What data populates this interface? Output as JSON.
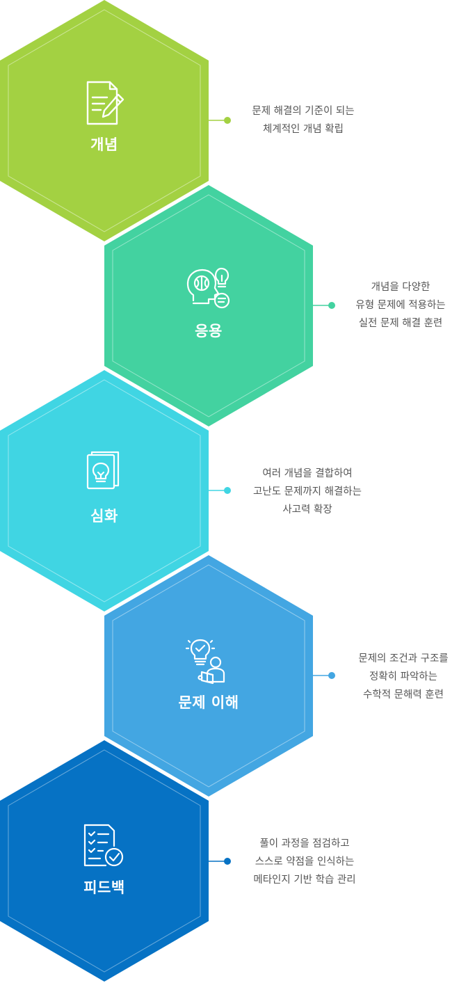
{
  "steps": [
    {
      "title": "개념",
      "color": "#A3D142",
      "icon": "document-pencil-icon",
      "desc": [
        "문제 해결의 기준이 되는",
        "체계적인 개념 확립"
      ]
    },
    {
      "title": "응용",
      "color": "#43D2A0",
      "icon": "brain-lightbulb-chat-icon",
      "desc": [
        "개념을 다양한",
        "유형 문제에 적용하는",
        "실전 문제 해결 훈련"
      ]
    },
    {
      "title": "심화",
      "color": "#40D5E3",
      "icon": "lightbulb-pages-icon",
      "desc": [
        "여러 개념을 결합하여",
        "고난도 문제까지 해결하는",
        "사고력 확장"
      ]
    },
    {
      "title": "문제 이해",
      "color": "#43A6E2",
      "icon": "lightbulb-reader-icon",
      "desc": [
        "문제의 조건과 구조를",
        "정확히 파악하는",
        "수학적 문해력 훈련"
      ]
    },
    {
      "title": "피드백",
      "color": "#0672C4",
      "icon": "checklist-icon",
      "desc": [
        "풀이 과정을 점검하고",
        "스스로 약점을 인식하는",
        "메타인지 기반 학습 관리"
      ]
    }
  ]
}
